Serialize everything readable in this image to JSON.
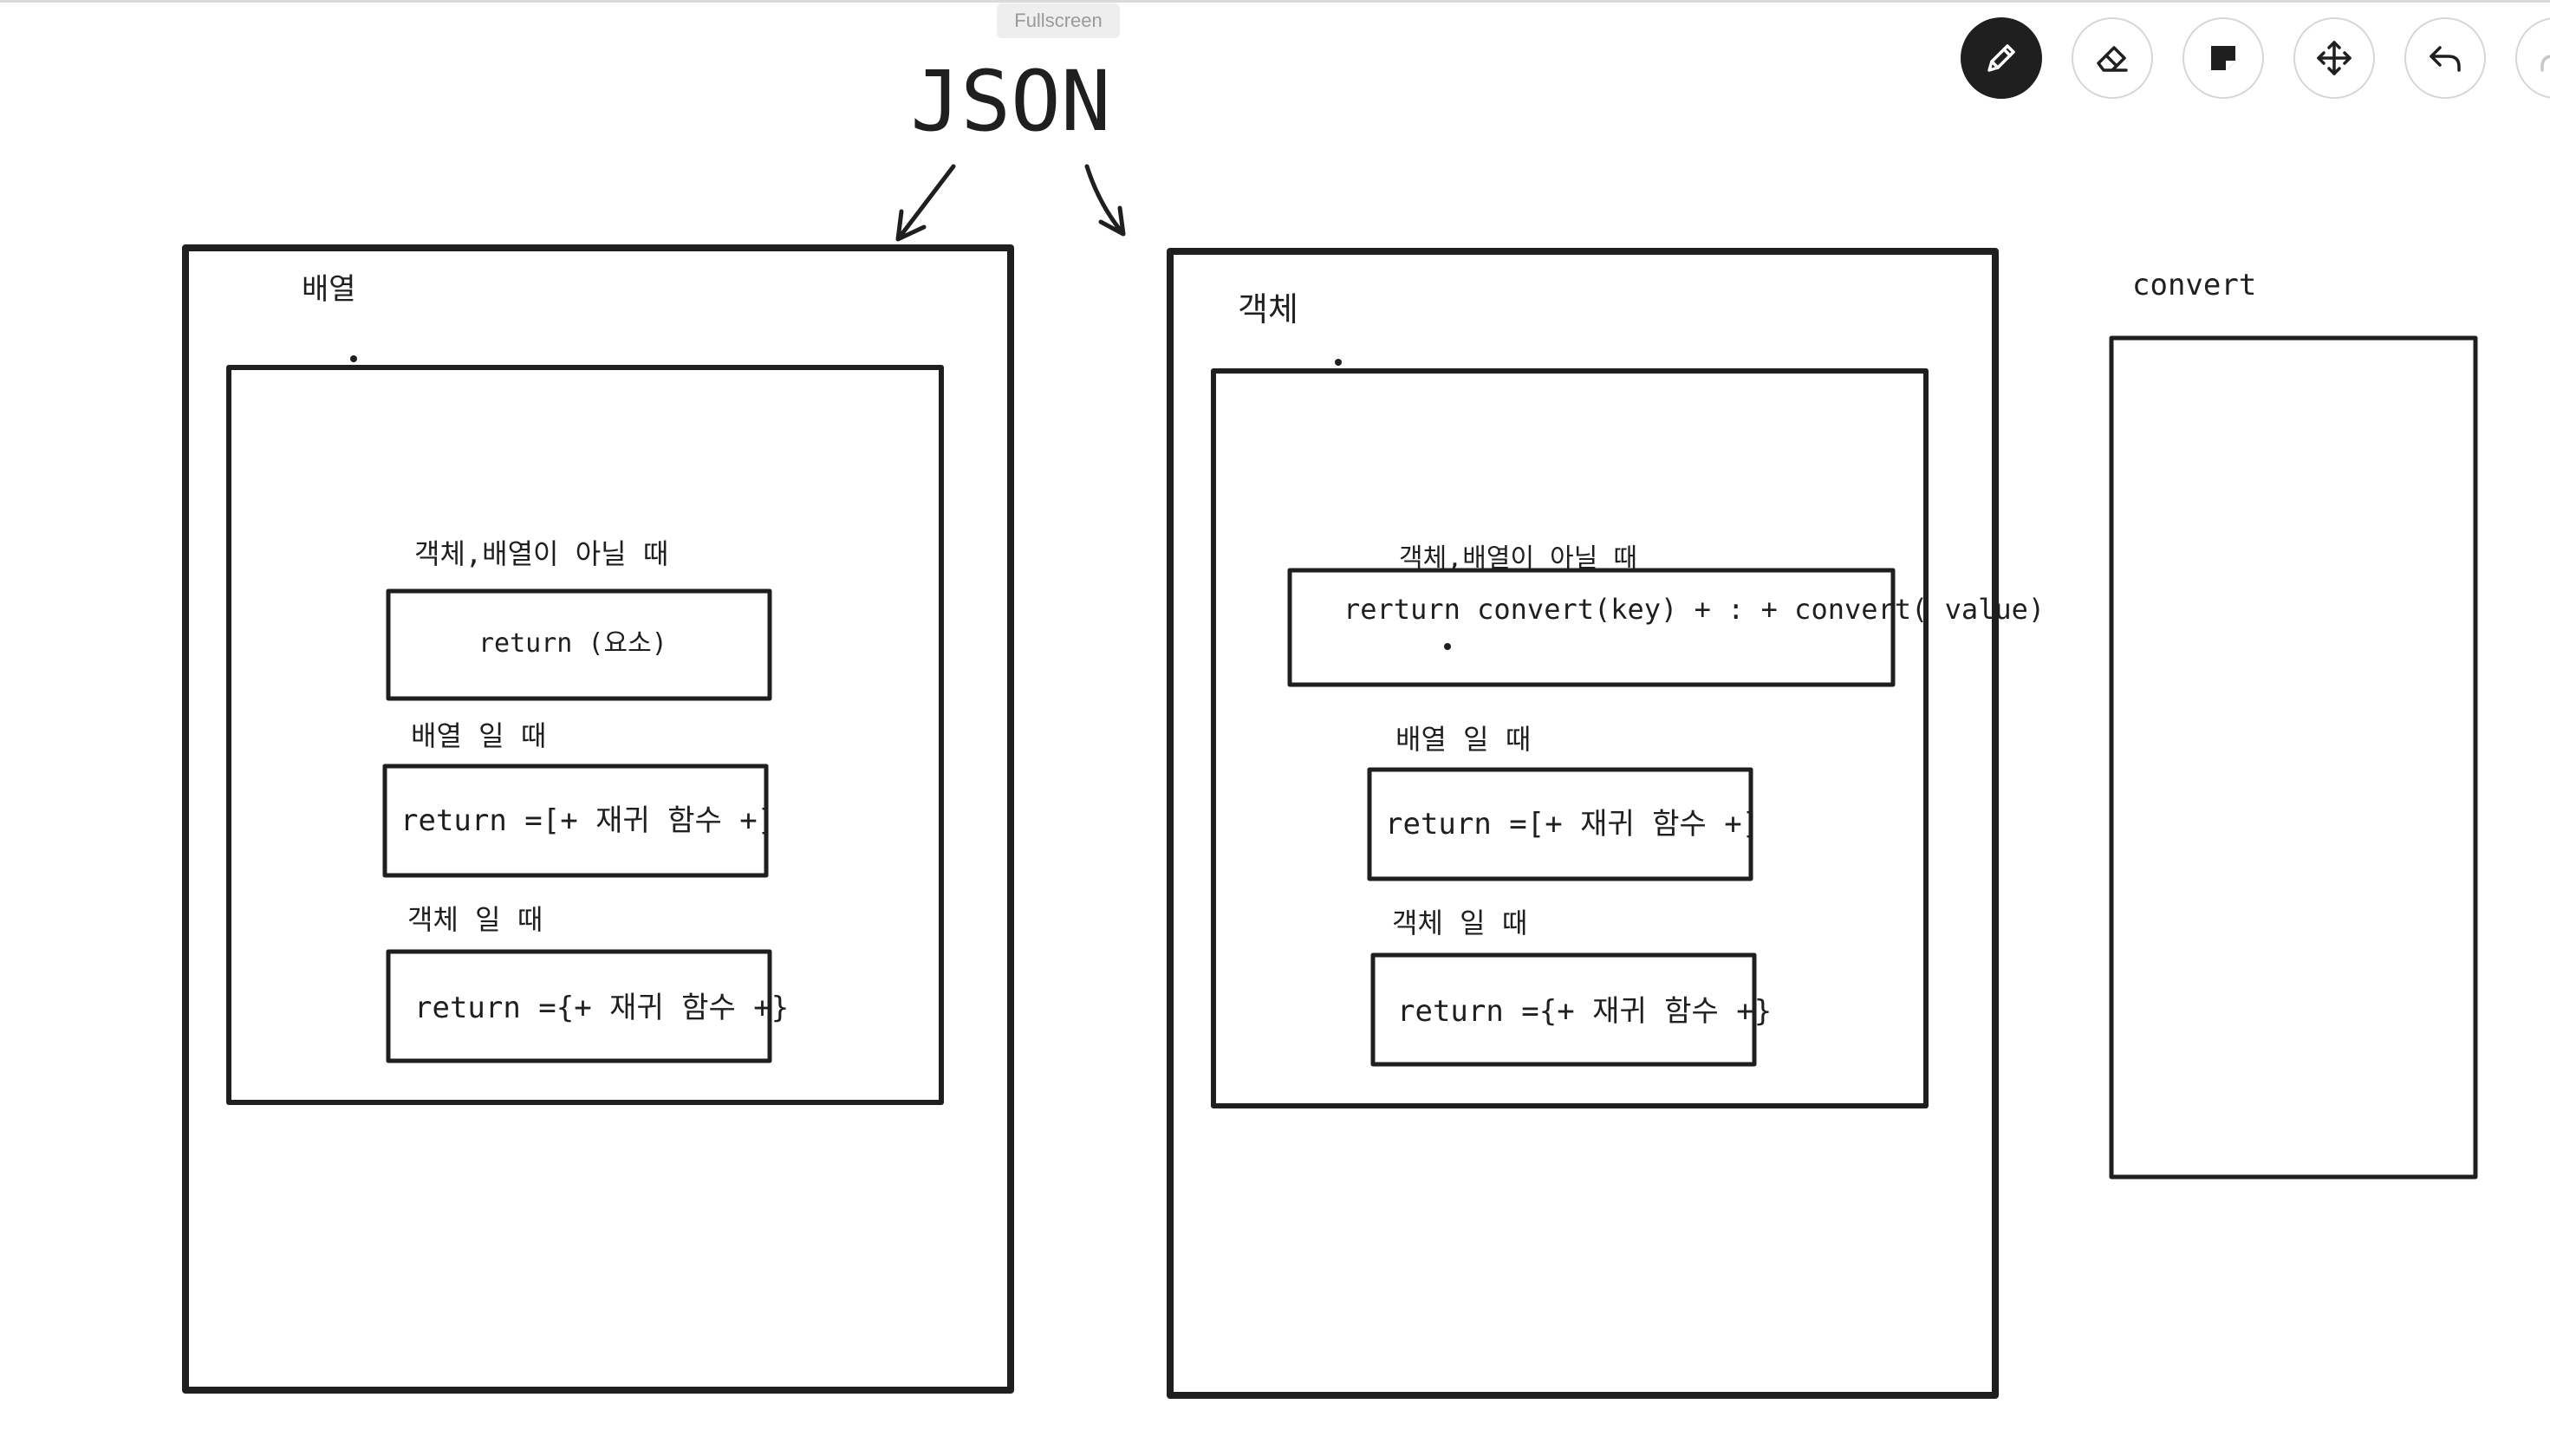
{
  "app": {
    "fullscreen_label": "Fullscreen"
  },
  "toolbar": {
    "tools": [
      {
        "name": "pen",
        "icon": "pencil-icon",
        "active": true
      },
      {
        "name": "eraser",
        "icon": "eraser-icon",
        "active": false
      },
      {
        "name": "sticky-note",
        "icon": "sticky-note-icon",
        "active": false
      },
      {
        "name": "move",
        "icon": "move-arrows-icon",
        "active": false
      },
      {
        "name": "undo",
        "icon": "undo-icon",
        "active": false
      },
      {
        "name": "redo",
        "icon": "redo-icon",
        "active": false
      }
    ]
  },
  "whiteboard": {
    "title": "JSON",
    "array_frame": {
      "heading": "배열",
      "case_not_object_array": "객체,배열이 아닐 때",
      "return_element": "return  (요소)",
      "case_array": "배열 일 때",
      "return_array": "return =[+ 재귀 함수 +]",
      "case_object": "객체 일 때",
      "return_object": "return ={+ 재귀 함수 +}"
    },
    "object_frame": {
      "heading": "객체",
      "case_not_object_array": "객체,배열이 아닐 때",
      "return_convert": "rerturn convert(key) + : + convert( value)",
      "case_array": "배열 일 때",
      "return_array": "return =[+ 재귀 함수 +]",
      "case_object": "객체 일 때",
      "return_object": "return ={+ 재귀 함수 +}"
    },
    "convert_frame": {
      "heading": "convert"
    }
  },
  "colors": {
    "ink": "#1f1f1f",
    "tool_border": "#d6d6d6",
    "pill_bg": "#eeeeee",
    "pill_text": "#9a9a9a"
  }
}
